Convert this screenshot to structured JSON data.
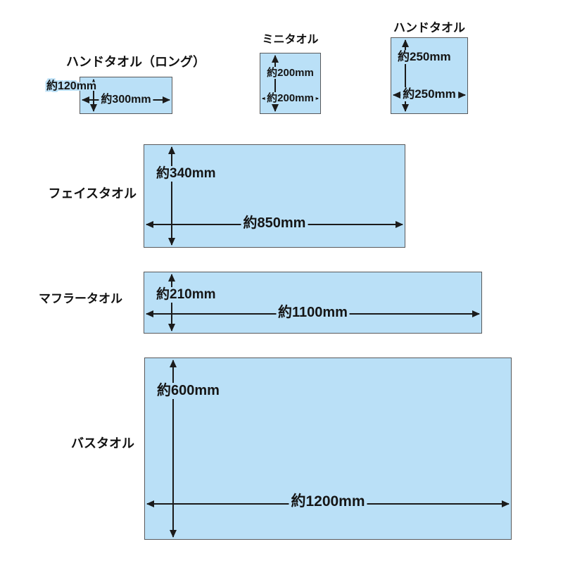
{
  "page": {
    "background": "#ffffff",
    "fill_color": "#bae0f7",
    "border_color": "#58595b",
    "arrow_color": "#1b1b1b"
  },
  "towels": [
    {
      "name": "ハンドタオル（ロング）",
      "height_label": "約120mm",
      "width_label": "約300mm"
    },
    {
      "name": "ミニタオル",
      "height_label": "約200mm",
      "width_label": "約200mm"
    },
    {
      "name": "ハンドタオル",
      "height_label": "約250mm",
      "width_label": "約250mm"
    },
    {
      "name": "フェイスタオル",
      "height_label": "約340mm",
      "width_label": "約850mm"
    },
    {
      "name": "マフラータオル",
      "height_label": "約210mm",
      "width_label": "約1100mm"
    },
    {
      "name": "バスタオル",
      "height_label": "約600mm",
      "width_label": "約1200mm"
    }
  ]
}
